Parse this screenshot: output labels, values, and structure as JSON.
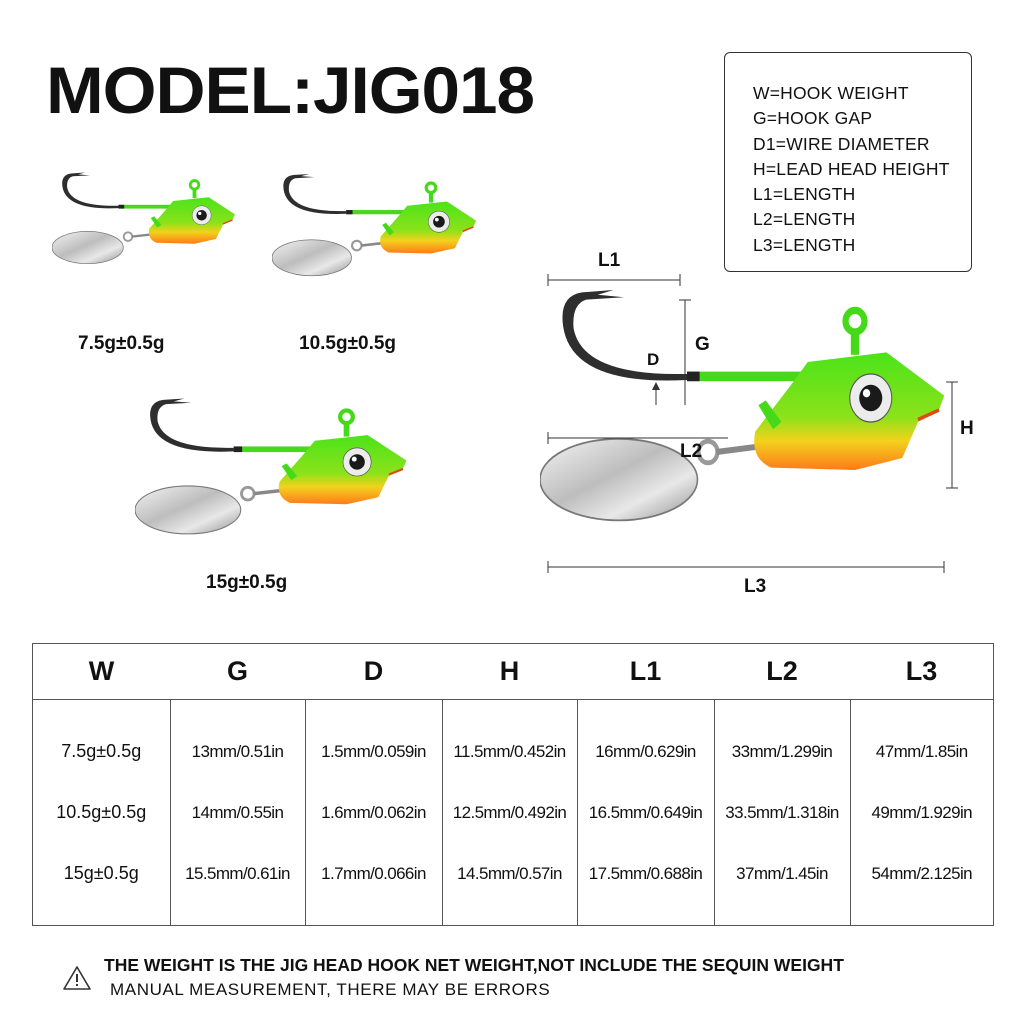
{
  "title": "MODEL:JIG018",
  "legend": [
    "W=HOOK WEIGHT",
    "G=HOOK GAP",
    "D1=WIRE DIAMETER",
    "H=LEAD HEAD HEIGHT",
    "L1=LENGTH",
    "L2=LENGTH",
    "L3=LENGTH"
  ],
  "products": [
    {
      "weight": "7.5g±0.5g"
    },
    {
      "weight": "10.5g±0.5g"
    },
    {
      "weight": "15g±0.5g"
    }
  ],
  "dimension_labels": {
    "l1": "L1",
    "g": "G",
    "d": "D",
    "h": "H",
    "l2": "L2",
    "l3": "L3"
  },
  "table": {
    "headers": [
      "W",
      "G",
      "D",
      "H",
      "L1",
      "L2",
      "L3"
    ],
    "rows": [
      [
        "7.5g±0.5g",
        "13mm/0.51in",
        "1.5mm/0.059in",
        "11.5mm/0.452in",
        "16mm/0.629in",
        "33mm/1.299in",
        "47mm/1.85in"
      ],
      [
        "10.5g±0.5g",
        "14mm/0.55in",
        "1.6mm/0.062in",
        "12.5mm/0.492in",
        "16.5mm/0.649in",
        "33.5mm/1.318in",
        "49mm/1.929in"
      ],
      [
        "15g±0.5g",
        "15.5mm/0.61in",
        "1.7mm/0.066in",
        "14.5mm/0.57in",
        "17.5mm/0.688in",
        "37mm/1.45in",
        "54mm/2.125in"
      ]
    ]
  },
  "footer": {
    "note": "THE WEIGHT IS THE JIG HEAD HOOK NET WEIGHT,NOT INCLUDE THE SEQUIN WEIGHT",
    "disclaimer": "MANUAL MEASUREMENT, THERE MAY BE ERRORS"
  },
  "colors": {
    "lure_green": "#3fd81a",
    "lure_yellow": "#f2d21c",
    "lure_orange": "#ff7a1a"
  }
}
